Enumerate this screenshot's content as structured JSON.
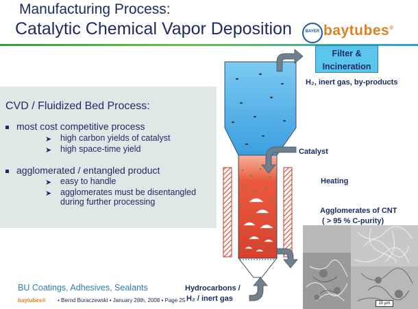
{
  "header": {
    "title_line1": "Manufacturing Process:",
    "title_line2": "Catalytic Chemical Vapor Deposition",
    "logo_seal_text": "BAYER",
    "logo_text": "baytubes",
    "logo_mark": "®"
  },
  "panel": {
    "title": "CVD / Fluidized Bed Process:",
    "bullets": [
      {
        "text": "most cost competitive process",
        "subs": [
          "high carbon yields of catalyst",
          "high space-time yield"
        ]
      },
      {
        "text": "agglomerated / entangled product",
        "subs": [
          "easy to handle",
          "agglomerates must be disentangled",
          "during further processing"
        ]
      }
    ]
  },
  "diagram": {
    "filter_line1": "Filter &",
    "filter_line2": "Incineration",
    "exhaust_label": "H₂, inert gas, by-products",
    "catalyst_label": "Catalyst",
    "heating_label": "Heating",
    "agglomerates_line1": "Agglomerates of CNT",
    "agglomerates_line2": "( > 95 % C-purity)",
    "feed_line1": "Hydrocarbons /",
    "feed_line2": "H₂ / inert gas",
    "scale_bar": "10 µm"
  },
  "footer": {
    "division": "BU Coatings, Adhesives, Sealants",
    "brand": "baytubes®",
    "line": "• Bernd Buraczewski • January 28th, 2008 • Page 25"
  },
  "colors": {
    "navy": "#1c2b63",
    "reactor_top": "#5cb4ea",
    "reactor_bed": "#e8503a",
    "brand_orange": "#e08020",
    "panel_bg": "#dfe8e6"
  }
}
